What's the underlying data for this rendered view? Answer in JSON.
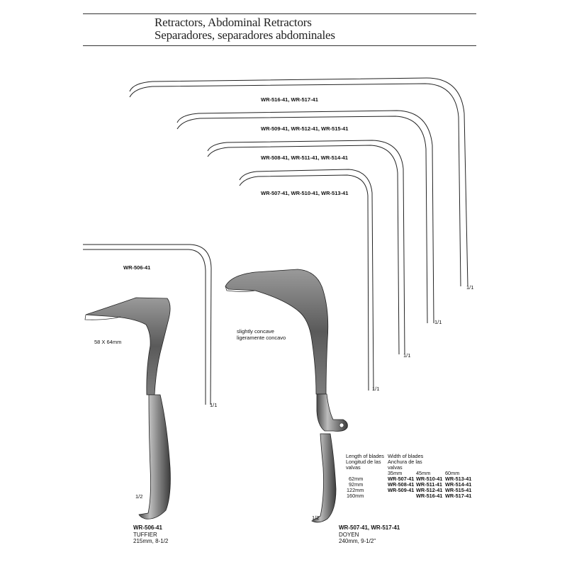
{
  "header": {
    "title_en": "Retractors, Abdominal Retractors",
    "title_es": "Separadores, separadores abdominales"
  },
  "outlines": [
    {
      "label": "WR-516-41, WR-517-41",
      "scale": "1/1"
    },
    {
      "label": "WR-509-41, WR-512-41, WR-515-41",
      "scale": "1/1"
    },
    {
      "label": "WR-508-41, WR-511-41, WR-514-41",
      "scale": "1/1"
    },
    {
      "label": "WR-507-41, WR-510-41, WR-513-41",
      "scale": "1/1"
    },
    {
      "label": "WR-506-41",
      "scale": "1/1"
    }
  ],
  "tuffier": {
    "dimension": "58 X 64mm",
    "scale": "1/2",
    "code": "WR-506-41",
    "name": "TUFFIER",
    "size": "215mm, 8-1/2"
  },
  "doyen": {
    "note_en": "slightly concave",
    "note_es": "ligeramente concavo",
    "scale": "1/2",
    "code": "WR-507-41, WR-517-41",
    "name": "DOYEN",
    "size": "240mm, 9-1/2\""
  },
  "spec_table": {
    "length_header": [
      "Length of blades",
      "Longitud de las",
      "valvas"
    ],
    "width_header": [
      "Width of blades",
      "Anchura de las",
      "valvas"
    ],
    "widths": [
      "35mm",
      "45mm",
      "60mm"
    ],
    "lengths": [
      "62mm",
      "92mm",
      "122mm",
      "160mm"
    ],
    "rows": [
      [
        "WR-507-41",
        "WR-510-41",
        "WR-513-41"
      ],
      [
        "WR-508-41",
        "WR-511-41",
        "WR-514-41"
      ],
      [
        "WR-509-41",
        "WR-512-41",
        "WR-515-41"
      ],
      [
        "",
        "WR-516-41",
        "WR-517-41"
      ]
    ]
  }
}
